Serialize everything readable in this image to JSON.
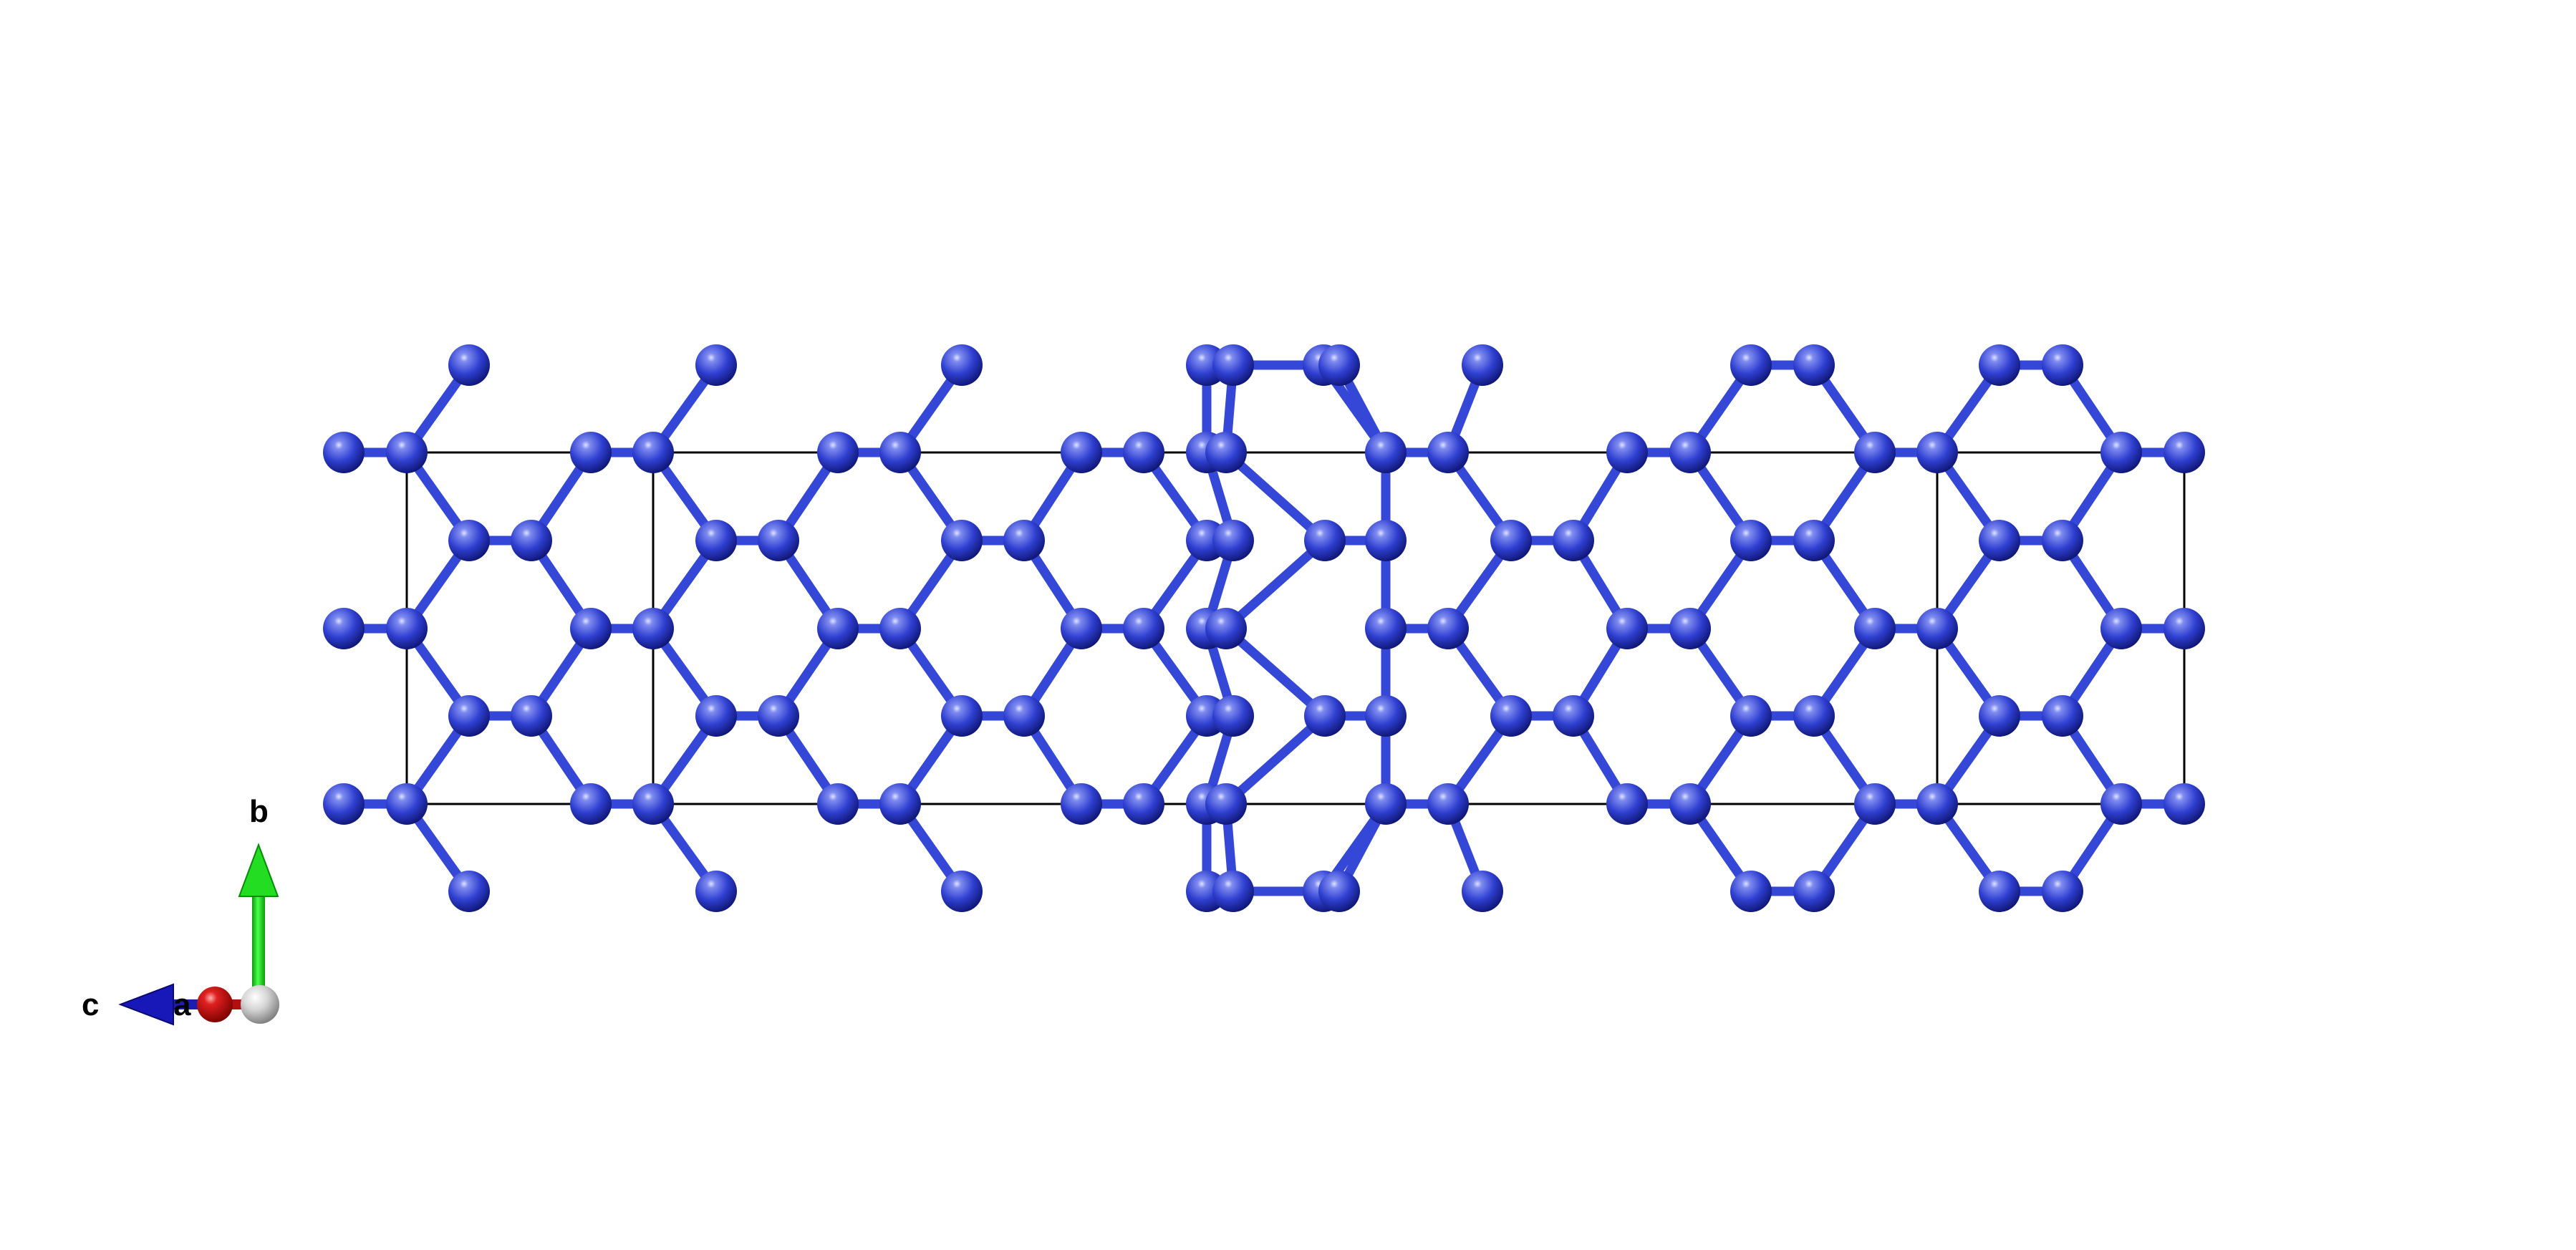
{
  "viewer": {
    "atom_color": "#2f3fd0",
    "bond_color": "#3547d6",
    "cell_edge_color": "#000000",
    "background": "#ffffff"
  },
  "axes": {
    "b_label": "b",
    "c_label": "c",
    "a_label": "a",
    "b_color": "#19d219",
    "c_color": "#1414b4",
    "a_color": "#c81414",
    "origin_color": "#d8d8d8"
  }
}
